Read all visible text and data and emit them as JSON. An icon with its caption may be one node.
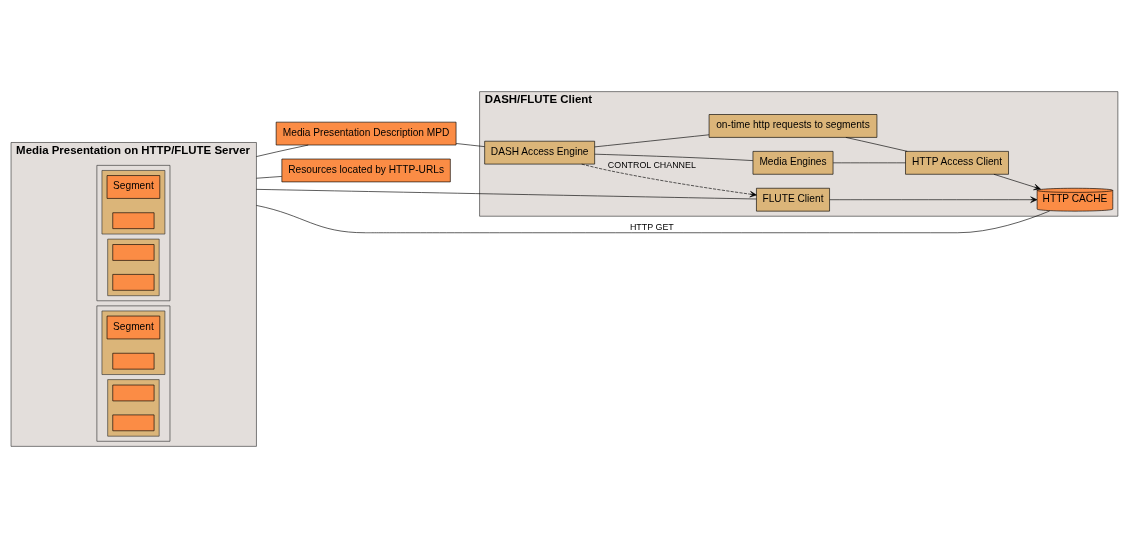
{
  "diagram": {
    "nodes": [
      {
        "text": [
          "Media Presentation on HTTP/FLUTE Server"
        ]
      },
      {
        "text": [],
        "shape": "box",
        "in": 0
      },
      {
        "text": [],
        "shape": "box",
        "in": 1
      },
      {
        "text": [
          "Segment"
        ],
        "in": 2
      },
      {
        "text": [],
        "shape": "box",
        "in": 2
      },
      {
        "text": [],
        "shape": "box",
        "in": 1
      },
      {
        "text": [],
        "shape": "box",
        "in": 5
      },
      {
        "text": [],
        "shape": "box",
        "in": 5
      },
      {
        "text": [],
        "shape": "box",
        "in": 0
      },
      {
        "text": [],
        "shape": "box",
        "in": 8
      },
      {
        "text": [
          "Segment"
        ],
        "in": 9
      },
      {
        "text": [],
        "shape": "box",
        "in": 9
      },
      {
        "text": [],
        "shape": "box",
        "in": 8
      },
      {
        "text": [],
        "shape": "box",
        "in": 12
      },
      {
        "text": [],
        "shape": "box",
        "in": 12
      },
      {
        "text": [
          "Media Presentation Description MPD"
        ]
      },
      {
        "text": [
          "Resources located by HTTP-URLs"
        ]
      },
      {
        "text": [
          "DASH/FLUTE Client"
        ]
      },
      {
        "text": [
          "DASH Access Engine"
        ],
        "in": 17
      },
      {
        "text": [
          "Media Engines"
        ],
        "in": 17
      },
      {
        "text": [
          "on-time http requests to segments"
        ],
        "in": 17
      },
      {
        "text": [
          "FLUTE Client"
        ],
        "in": 17
      },
      {
        "text": [
          "HTTP CACHE"
        ],
        "in": 17
      },
      {
        "text": [
          "HTTP Access Client"
        ],
        "in": 17
      }
    ],
    "edges": [
      {
        "from": 0,
        "to": 15,
        "arrow": "none"
      },
      {
        "from": 15,
        "to": 18,
        "arrow": "none"
      },
      {
        "from": 0,
        "to": 16,
        "arrow": "none"
      },
      {
        "from": 0,
        "to": 21,
        "arrow": "none"
      },
      {
        "from": 18,
        "to": 21,
        "arrow": "to",
        "label": "CONTROL CHANNEL",
        "style": "dashed"
      },
      {
        "from": 18,
        "to": 19,
        "arrow": "none"
      },
      {
        "from": 18,
        "to": 20,
        "arrow": "none"
      },
      {
        "from": 20,
        "to": 23,
        "arrow": "none"
      },
      {
        "from": 19,
        "to": 23,
        "arrow": "none"
      },
      {
        "from": 21,
        "to": 22,
        "arrow": "to"
      },
      {
        "from": 23,
        "to": 22,
        "arrow": "to"
      },
      {
        "from": 0,
        "to": 22,
        "arrow": "none",
        "label": "HTTP GET"
      }
    ]
  }
}
